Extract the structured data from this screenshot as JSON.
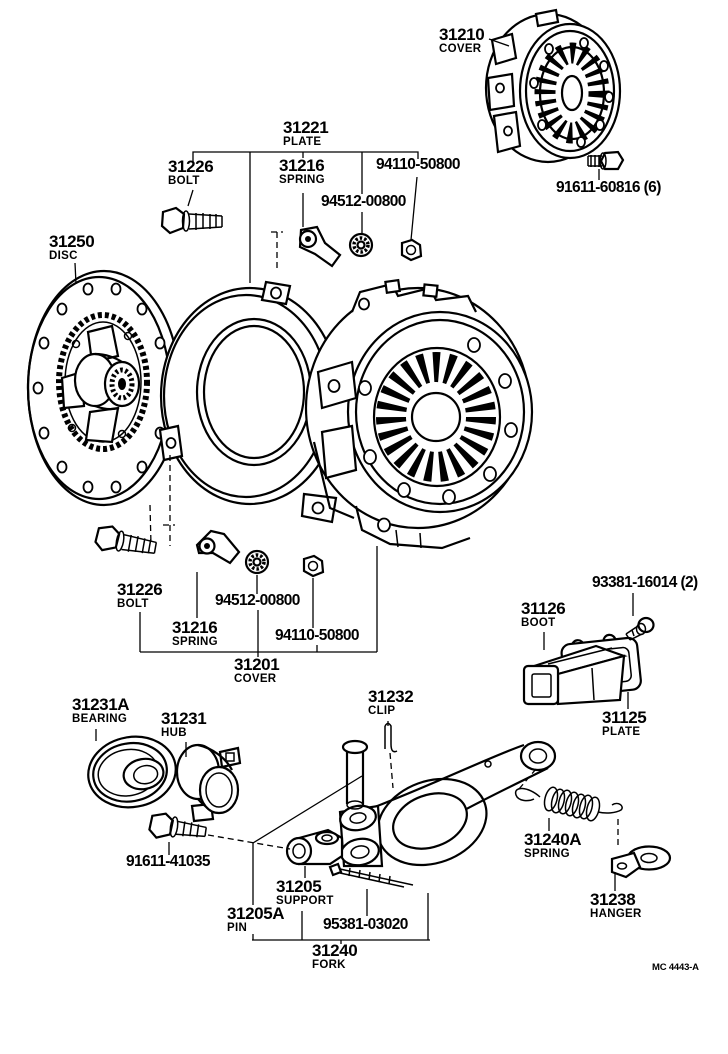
{
  "doc": {
    "footer_code": "MC 4443-A"
  },
  "colors": {
    "ink": "#000000",
    "paper": "#ffffff"
  },
  "labels": {
    "t31210": {
      "number": "31210",
      "caption": "COVER"
    },
    "t91611_60816": {
      "number": "91611-60816 (6)"
    },
    "t31221": {
      "number": "31221",
      "caption": "PLATE"
    },
    "t31226_top": {
      "number": "31226",
      "caption": "BOLT"
    },
    "t31216_top": {
      "number": "31216",
      "caption": "SPRING"
    },
    "t94512_top": {
      "number": "94512-00800"
    },
    "t94110_top": {
      "number": "94110-50800"
    },
    "t31250": {
      "number": "31250",
      "caption": "DISC"
    },
    "t31226_low": {
      "number": "31226",
      "caption": "BOLT"
    },
    "t31216_low": {
      "number": "31216",
      "caption": "SPRING"
    },
    "t94512_low": {
      "number": "94512-00800"
    },
    "t94110_low": {
      "number": "94110-50800"
    },
    "t31201": {
      "number": "31201",
      "caption": "COVER"
    },
    "t93381": {
      "number": "93381-16014 (2)"
    },
    "t31126": {
      "number": "31126",
      "caption": "BOOT"
    },
    "t31125": {
      "number": "31125",
      "caption": "PLATE"
    },
    "t31231a": {
      "number": "31231A",
      "caption": "BEARING"
    },
    "t31231": {
      "number": "31231",
      "caption": "HUB"
    },
    "t91611_41035": {
      "number": "91611-41035"
    },
    "t31232": {
      "number": "31232",
      "caption": "CLIP"
    },
    "t31205": {
      "number": "31205",
      "caption": "SUPPORT"
    },
    "t31205a": {
      "number": "31205A",
      "caption": "PIN"
    },
    "t95381": {
      "number": "95381-03020"
    },
    "t31240": {
      "number": "31240",
      "caption": "FORK"
    },
    "t31240a": {
      "number": "31240A",
      "caption": "SPRING"
    },
    "t31238": {
      "number": "31238",
      "caption": "HANGER"
    }
  }
}
